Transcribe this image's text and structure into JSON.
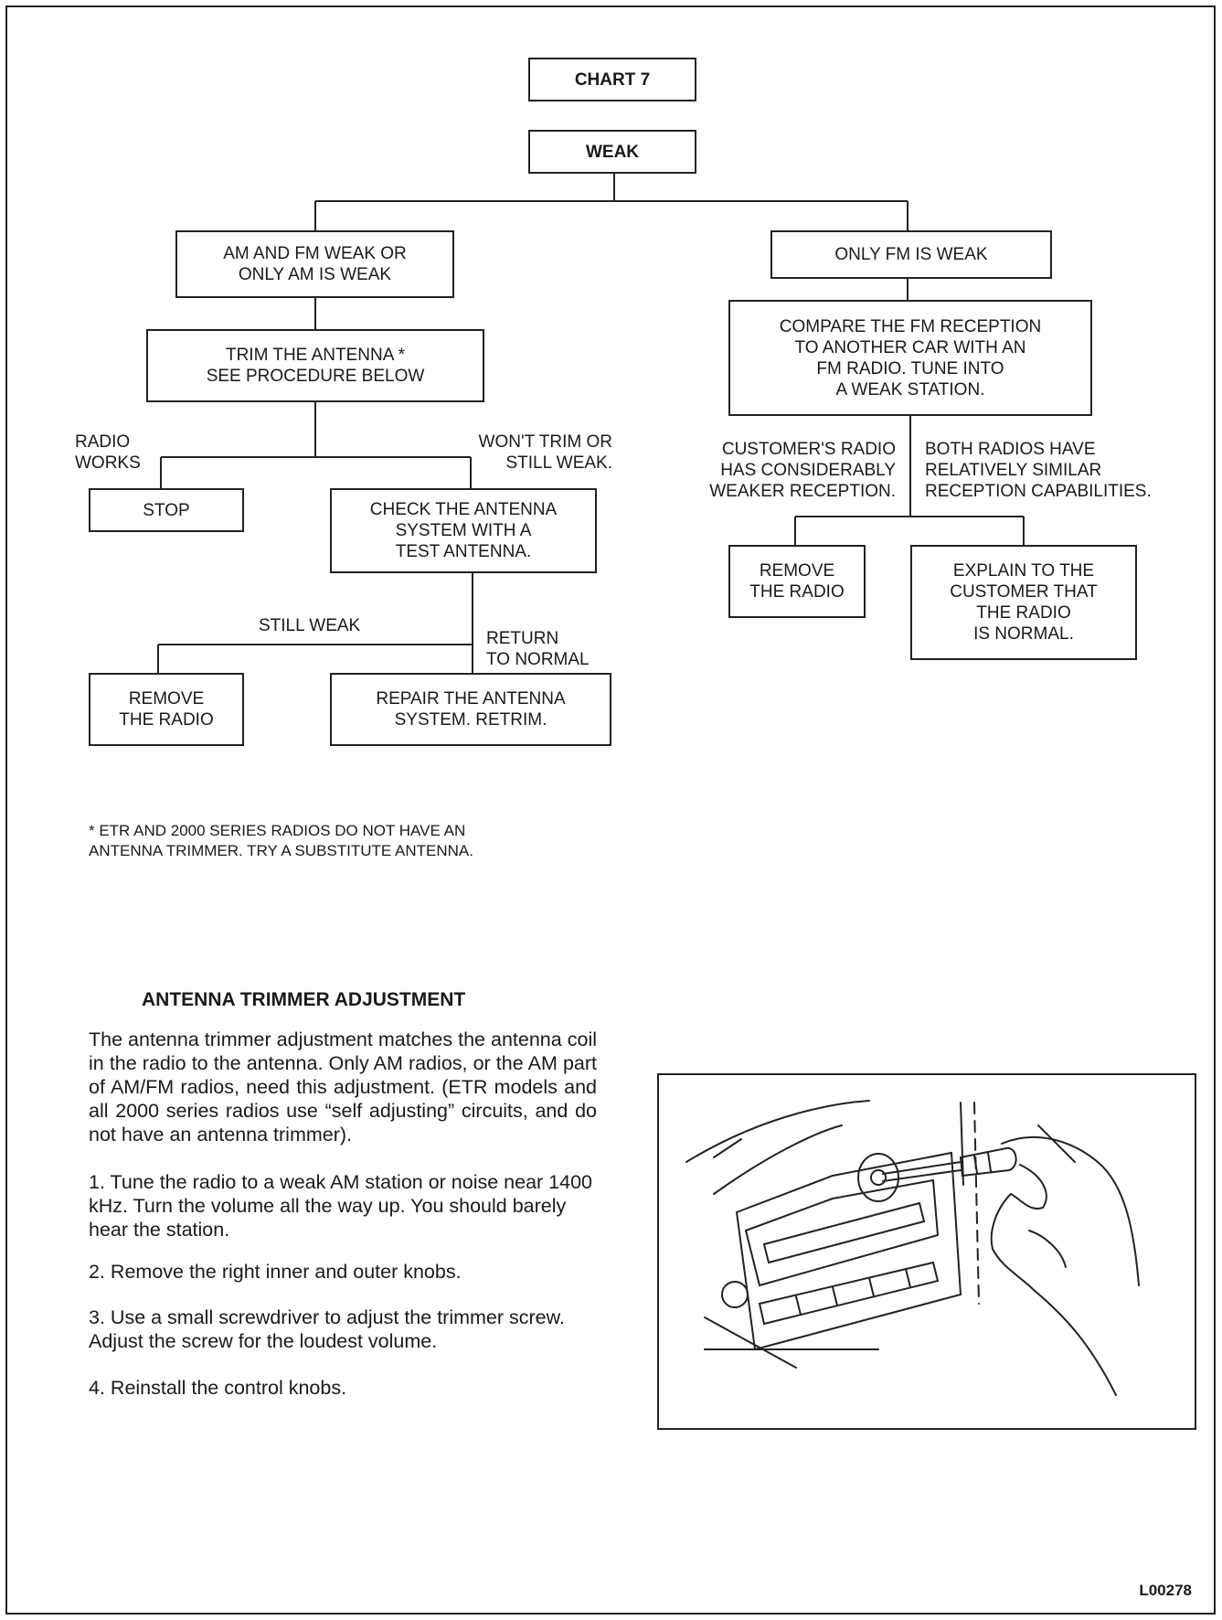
{
  "chart": {
    "title": "CHART 7",
    "root": "WEAK",
    "left": {
      "condition": "AM AND FM WEAK OR\nONLY AM IS WEAK",
      "action": "TRIM THE ANTENNA *\nSEE PROCEDURE BELOW",
      "branch_works_label": "RADIO\nWORKS",
      "branch_works_result": "STOP",
      "branch_weak_label": "WON'T TRIM OR\nSTILL WEAK.",
      "check": "CHECK THE ANTENNA\nSYSTEM WITH A\nTEST ANTENNA.",
      "still_weak_label": "STILL WEAK",
      "still_weak_result": "REMOVE\nTHE RADIO",
      "return_label": "RETURN\nTO NORMAL",
      "return_result": "REPAIR THE ANTENNA\nSYSTEM. RETRIM."
    },
    "right": {
      "condition": "ONLY FM IS WEAK",
      "action": "COMPARE THE FM RECEPTION\nTO ANOTHER CAR WITH AN\nFM RADIO. TUNE INTO\nA WEAK STATION.",
      "branch_a_label": "CUSTOMER'S RADIO\nHAS CONSIDERABLY\nWEAKER RECEPTION.",
      "branch_a_result": "REMOVE\nTHE RADIO",
      "branch_b_label": "BOTH RADIOS HAVE\nRELATIVELY SIMILAR\nRECEPTION CAPABILITIES.",
      "branch_b_result": "EXPLAIN TO THE\nCUSTOMER THAT\nTHE RADIO\nIS NORMAL."
    }
  },
  "footnote": "* ETR AND 2000 SERIES RADIOS DO NOT HAVE AN\n  ANTENNA TRIMMER. TRY A SUBSTITUTE ANTENNA.",
  "procedure": {
    "title": "ANTENNA TRIMMER ADJUSTMENT",
    "intro": "The antenna trimmer adjustment matches the antenna coil in the radio to the antenna. Only AM radios, or the AM part of AM/FM radios, need this adjustment. (ETR models and all 2000 series radios use “self adjusting” circuits, and do not have an antenna trimmer).",
    "steps": [
      {
        "num": "1.",
        "text": "Tune the radio to a weak AM station or noise near 1400 kHz. Turn the volume all the way up. You should barely hear the station."
      },
      {
        "num": "2.",
        "text": "Remove the right inner and outer knobs."
      },
      {
        "num": "3.",
        "text": "Use a small screwdriver to adjust the trimmer screw. Adjust the screw for the loudest volume."
      },
      {
        "num": "4.",
        "text": "Reinstall the control knobs."
      }
    ]
  },
  "code": "L00278"
}
